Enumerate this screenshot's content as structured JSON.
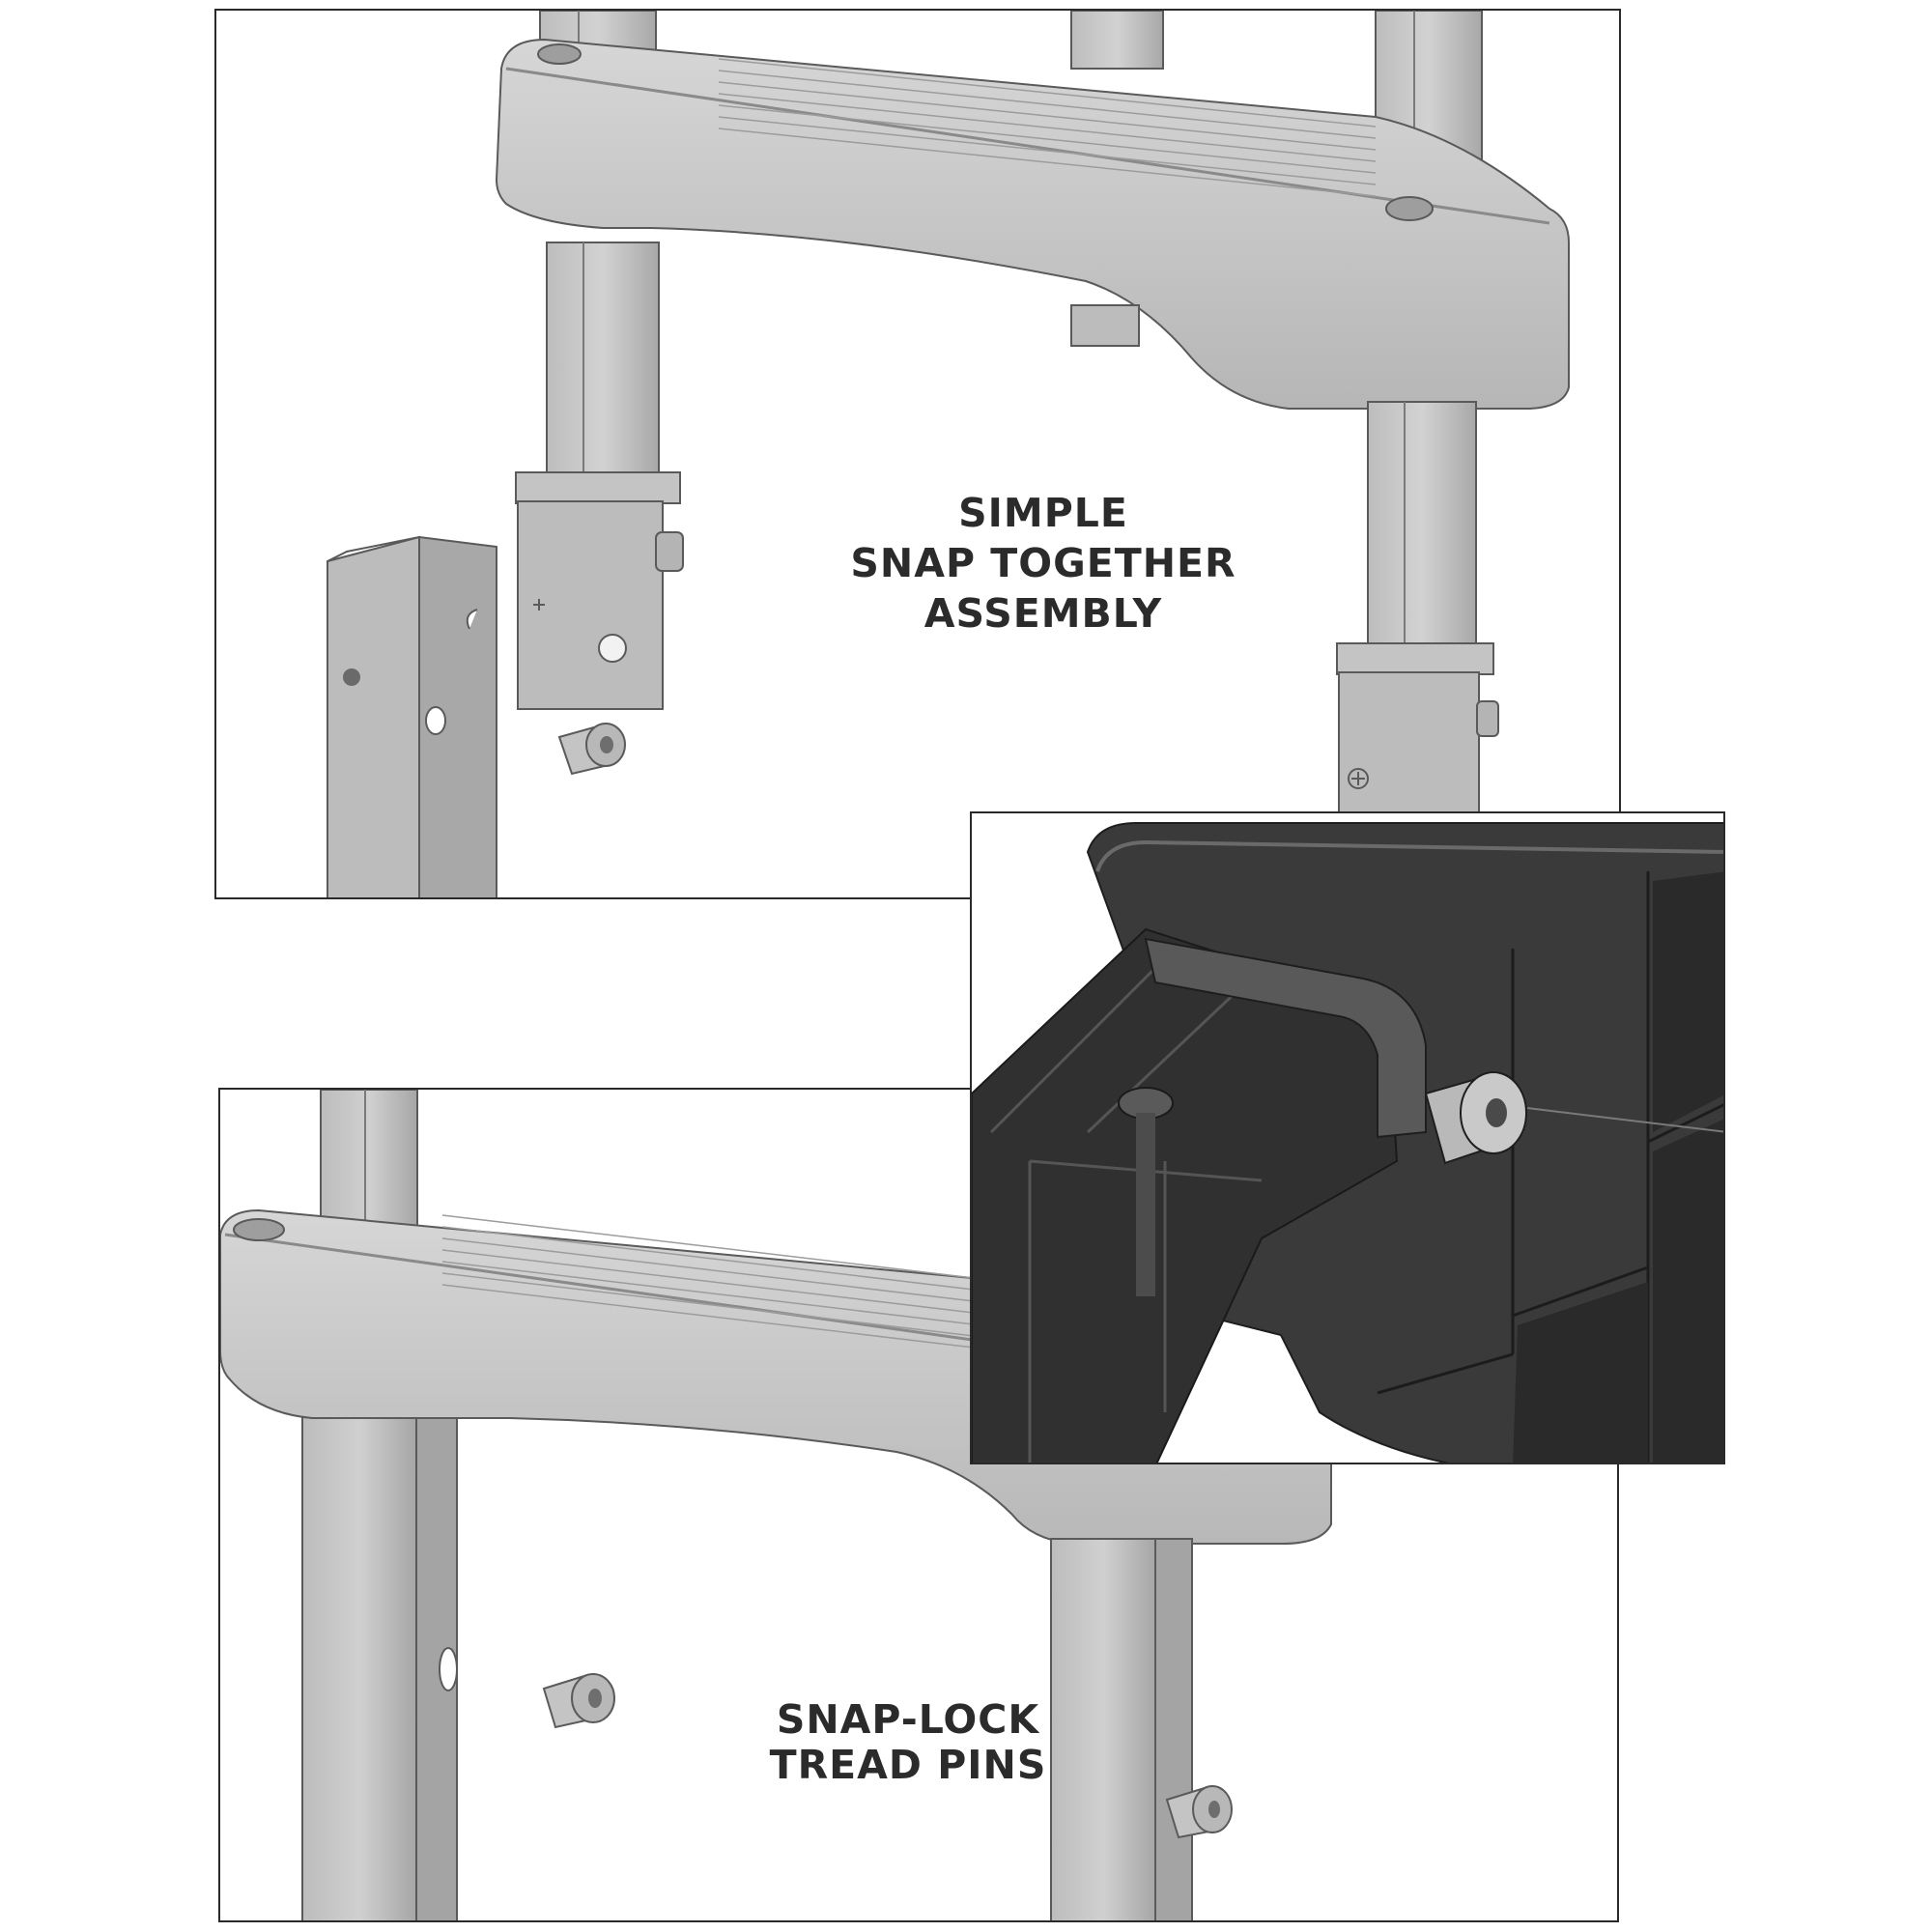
{
  "captions": {
    "top": [
      "SIMPLE",
      "SNAP TOGETHER",
      "ASSEMBLY"
    ],
    "bottom": [
      "SNAP-LOCK",
      "TREAD PINS"
    ]
  },
  "colors": {
    "part_light": "#c9c9c9",
    "part_mid": "#b2b2b2",
    "part_shadow": "#9a9a9a",
    "outline": "#5a5a5a",
    "inset_dark": "#3d3d3d",
    "inset_darker": "#262626",
    "caption_text": "#2b2b2b"
  }
}
